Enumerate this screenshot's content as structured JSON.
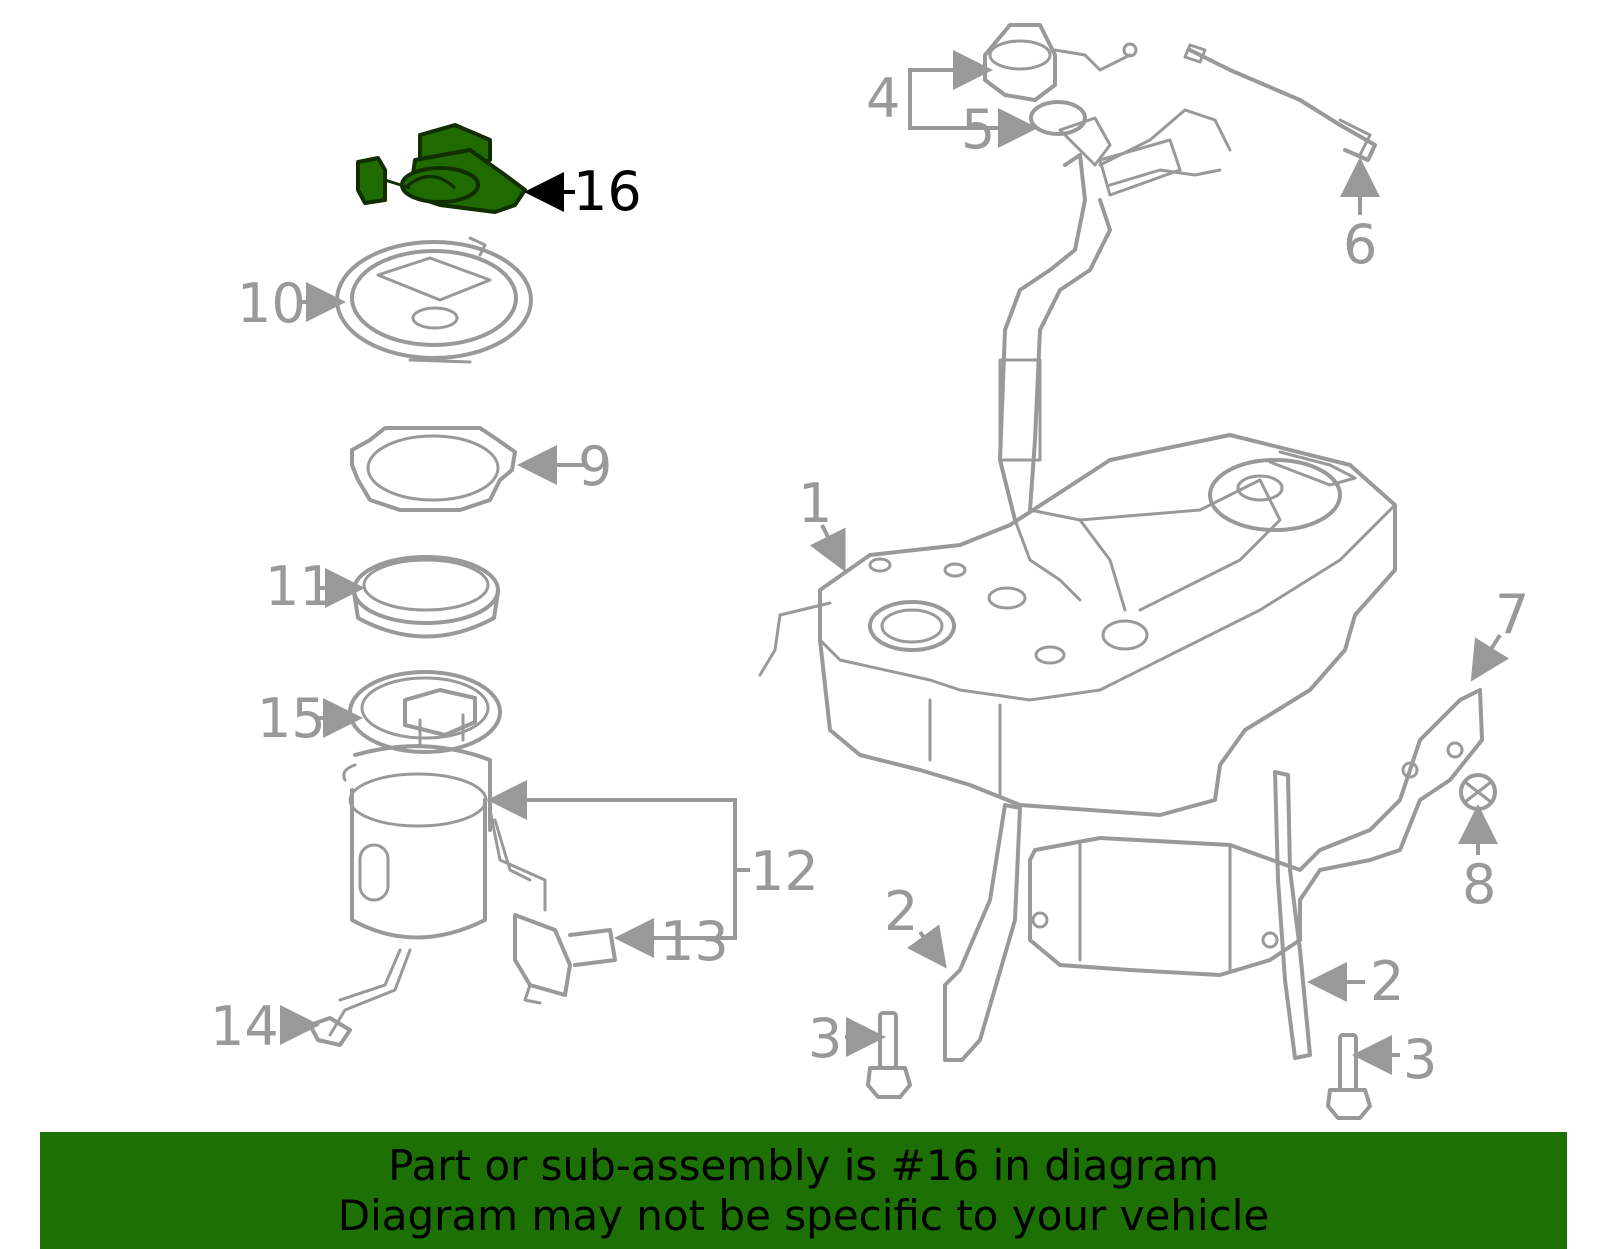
{
  "callouts": {
    "c1": "1",
    "c2a": "2",
    "c2b": "2",
    "c3a": "3",
    "c3b": "3",
    "c4": "4",
    "c5": "5",
    "c6": "6",
    "c7": "7",
    "c8": "8",
    "c9": "9",
    "c10": "10",
    "c11": "11",
    "c12": "12",
    "c13": "13",
    "c14": "14",
    "c15": "15",
    "c16": "16"
  },
  "highlighted_part": "16",
  "colors": {
    "part_stroke": "#999999",
    "highlight_fill": "#1f6b00",
    "banner_bg": "#1d7104",
    "banner_text": "#000000"
  },
  "banner": {
    "line1": "Part or sub-assembly is #16 in diagram",
    "line2": "Diagram may not be specific to your vehicle"
  }
}
